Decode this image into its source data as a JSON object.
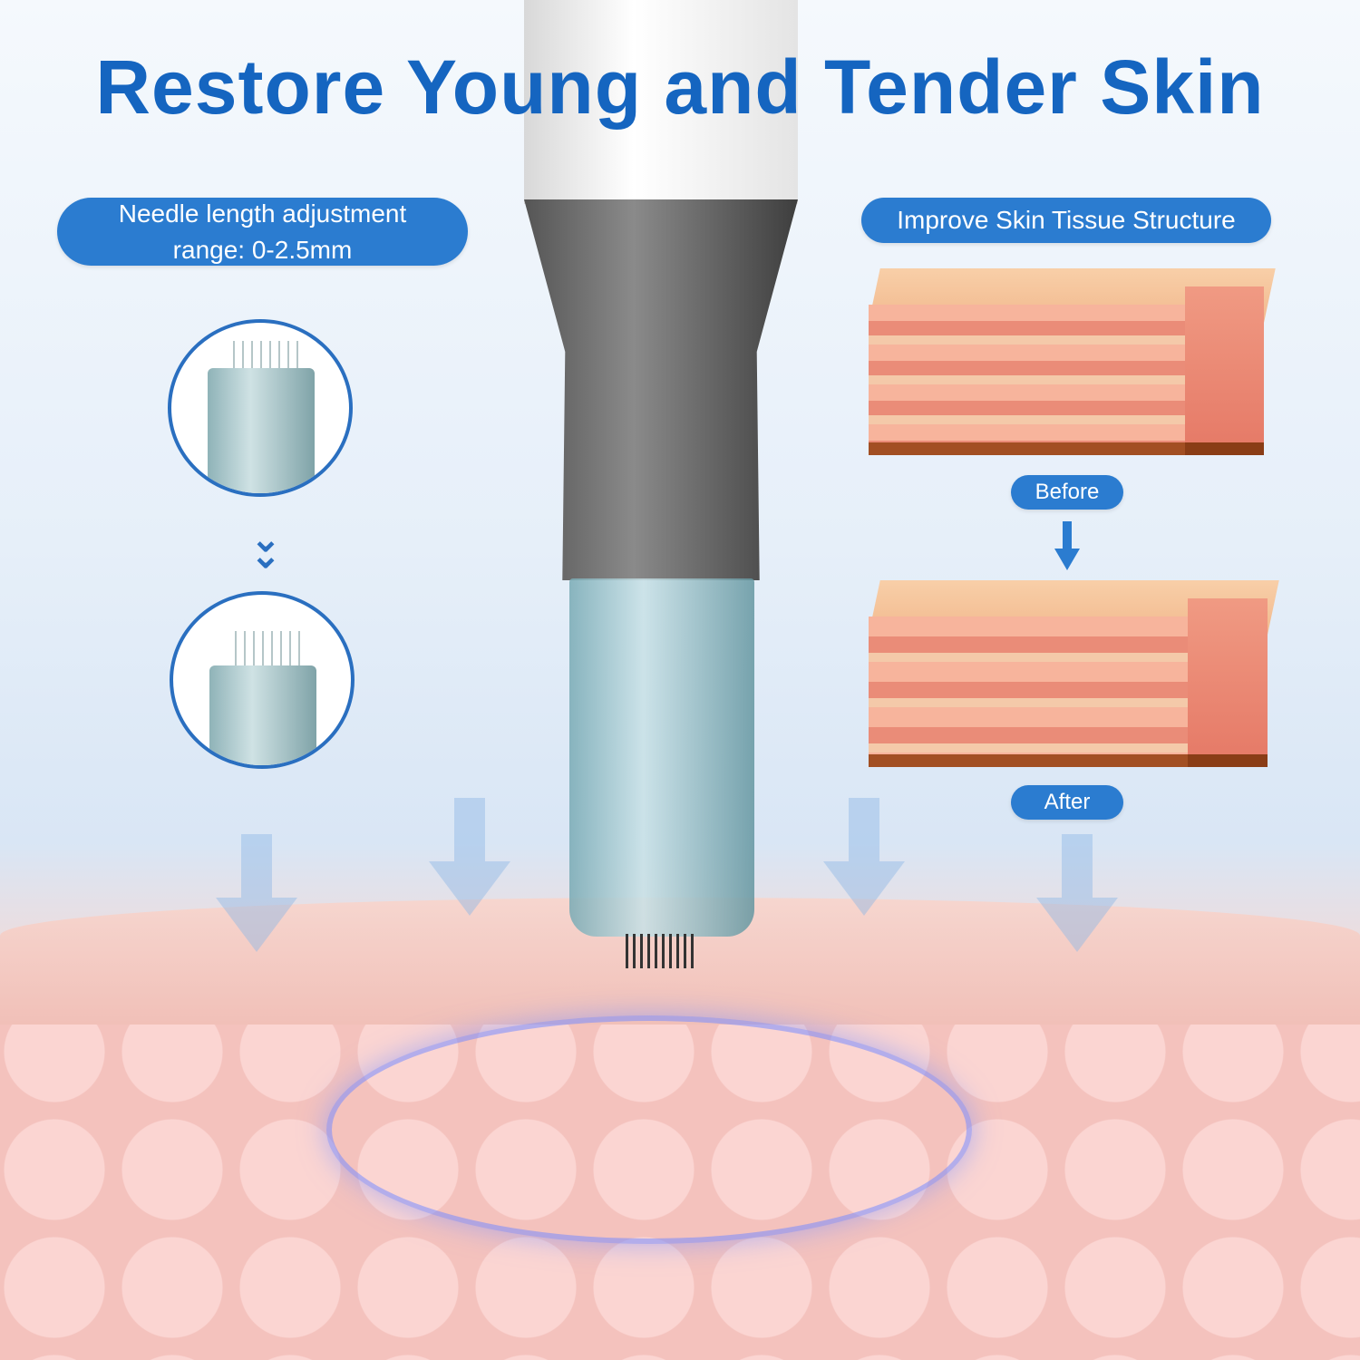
{
  "title": "Restore Young and Tender Skin",
  "left_panel": {
    "label_line1": "Needle length adjustment",
    "label_line2": "range: 0-2.5mm",
    "indicator_icon": "double-chevron-down-icon"
  },
  "right_panel": {
    "label": "Improve Skin Tissue Structure",
    "before_label": "Before",
    "after_label": "After",
    "arrow_icon": "arrow-down-icon"
  },
  "colors": {
    "title": "#1565c0",
    "pill": "#2b7cd0",
    "circle_border": "#2a6fc0"
  }
}
